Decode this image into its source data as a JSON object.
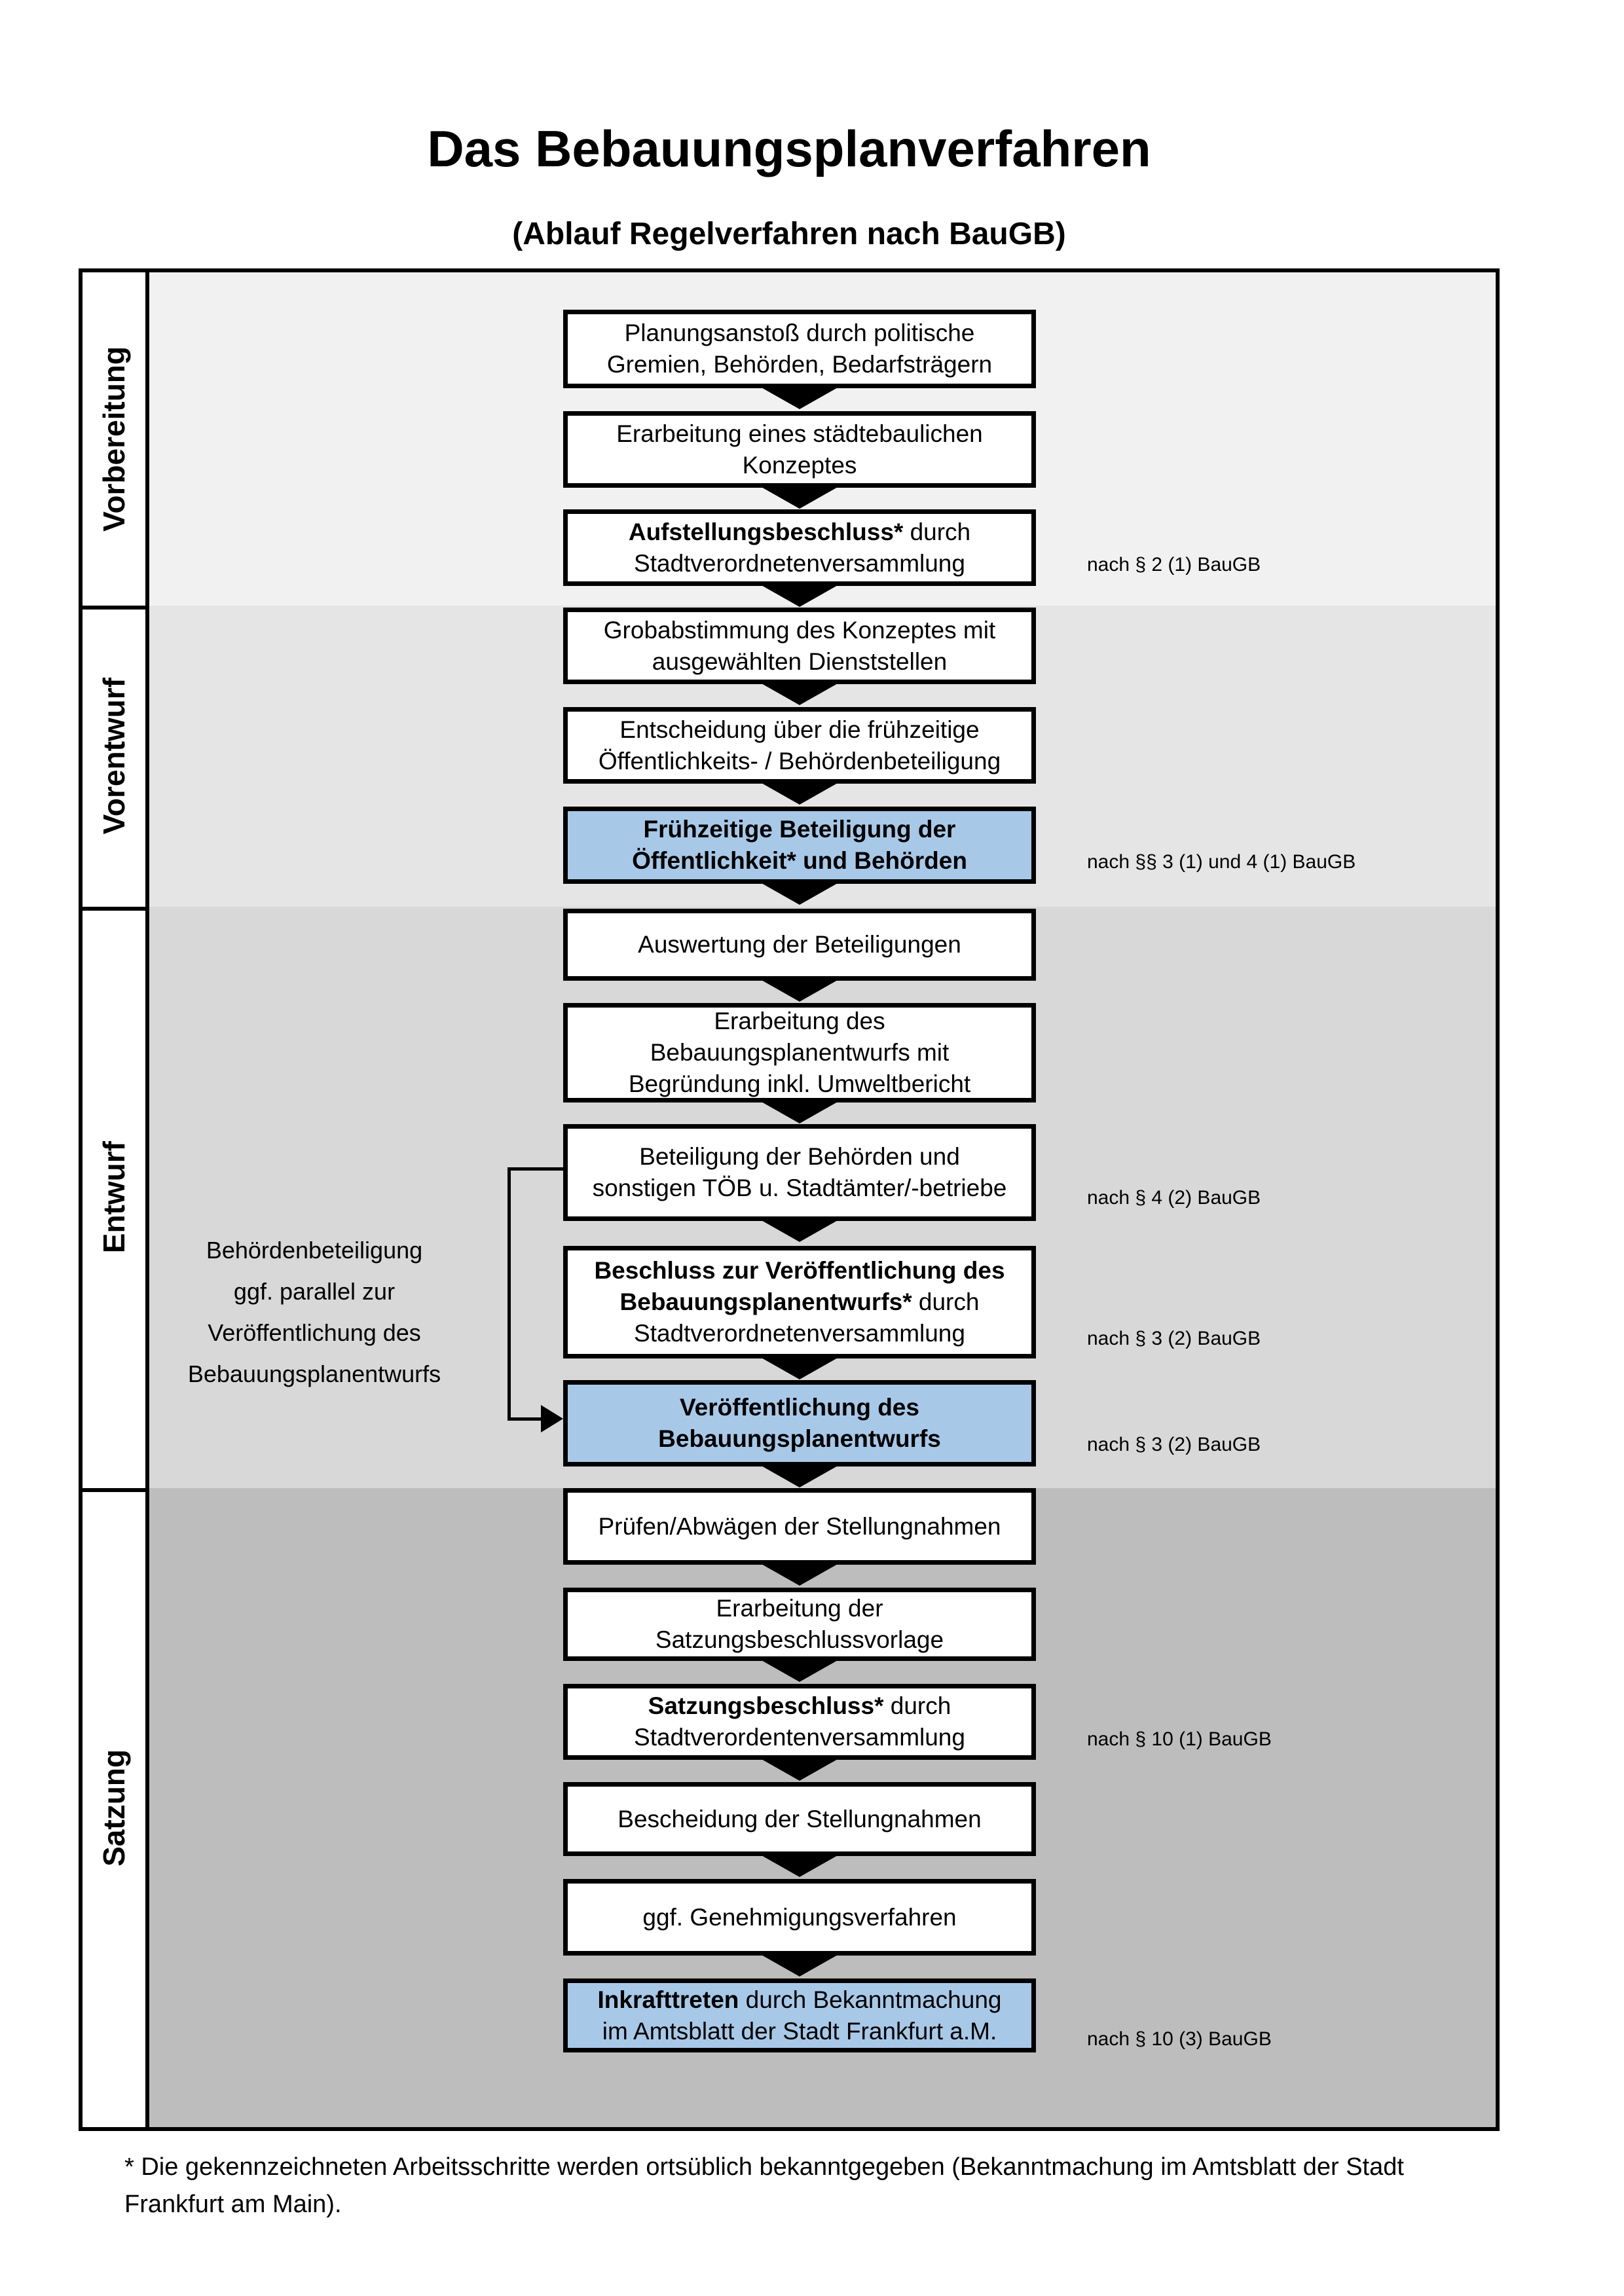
{
  "title": "Das Bebauungsplanverfahren",
  "subtitle": "(Ablauf Regelverfahren nach BauGB)",
  "colors": {
    "border": "#000000",
    "box_bg": "#ffffff",
    "highlight_bg": "#a8c8e8",
    "section_bgs": [
      "#f1f1f1",
      "#e5e5e5",
      "#d8d8d8",
      "#bdbdbd"
    ]
  },
  "sidebar": {
    "sections": [
      {
        "label": "Vorbereitung"
      },
      {
        "label": "Vorentwurf"
      },
      {
        "label": "Entwurf"
      },
      {
        "label": "Satzung"
      }
    ]
  },
  "flow": {
    "steps": [
      {
        "highlighted": false,
        "ref": null,
        "lines": [
          [
            {
              "t": "Planungsanstoß durch politische",
              "b": false
            }
          ],
          [
            {
              "t": "Gremien, Behörden, Bedarfsträgern",
              "b": false
            }
          ]
        ]
      },
      {
        "highlighted": false,
        "ref": null,
        "lines": [
          [
            {
              "t": "Erarbeitung eines städtebaulichen",
              "b": false
            }
          ],
          [
            {
              "t": "Konzeptes",
              "b": false
            }
          ]
        ]
      },
      {
        "highlighted": false,
        "ref": "nach § 2 (1) BauGB",
        "lines": [
          [
            {
              "t": "Aufstellungsbeschluss*",
              "b": true
            },
            {
              "t": " durch",
              "b": false
            }
          ],
          [
            {
              "t": "Stadtverordnetenversammlung",
              "b": false
            }
          ]
        ]
      },
      {
        "highlighted": false,
        "ref": null,
        "lines": [
          [
            {
              "t": "Grobabstimmung des Konzeptes mit",
              "b": false
            }
          ],
          [
            {
              "t": "ausgewählten Dienststellen",
              "b": false
            }
          ]
        ]
      },
      {
        "highlighted": false,
        "ref": null,
        "lines": [
          [
            {
              "t": "Entscheidung über die frühzeitige",
              "b": false
            }
          ],
          [
            {
              "t": "Öffentlichkeits- / Behördenbeteiligung",
              "b": false
            }
          ]
        ]
      },
      {
        "highlighted": true,
        "ref": "nach §§ 3 (1) und 4 (1) BauGB",
        "lines": [
          [
            {
              "t": "Frühzeitige Beteiligung der",
              "b": true
            }
          ],
          [
            {
              "t": "Öffentlichkeit* und Behörden",
              "b": true
            }
          ]
        ]
      },
      {
        "highlighted": false,
        "ref": null,
        "lines": [
          [
            {
              "t": "Auswertung der Beteiligungen",
              "b": false
            }
          ]
        ]
      },
      {
        "highlighted": false,
        "ref": null,
        "lines": [
          [
            {
              "t": "Erarbeitung des",
              "b": false
            }
          ],
          [
            {
              "t": "Bebauungsplanentwurfs mit",
              "b": false
            }
          ],
          [
            {
              "t": "Begründung inkl. Umweltbericht",
              "b": false
            }
          ]
        ]
      },
      {
        "highlighted": false,
        "ref": "nach § 4 (2) BauGB",
        "lines": [
          [
            {
              "t": "Beteiligung der Behörden und",
              "b": false
            }
          ],
          [
            {
              "t": "sonstigen TÖB u. Stadtämter/-betriebe",
              "b": false
            }
          ]
        ]
      },
      {
        "highlighted": false,
        "ref": "nach § 3 (2) BauGB",
        "lines": [
          [
            {
              "t": "Beschluss zur Veröffentlichung des",
              "b": true
            }
          ],
          [
            {
              "t": "Bebauungsplanentwurfs*",
              "b": true
            },
            {
              "t": " durch",
              "b": false
            }
          ],
          [
            {
              "t": "Stadtverordnetenversammlung",
              "b": false
            }
          ]
        ]
      },
      {
        "highlighted": true,
        "ref": "nach § 3 (2) BauGB",
        "lines": [
          [
            {
              "t": "Veröffentlichung des",
              "b": true
            }
          ],
          [
            {
              "t": "Bebauungsplanentwurfs",
              "b": true
            }
          ]
        ]
      },
      {
        "highlighted": false,
        "ref": null,
        "lines": [
          [
            {
              "t": "Prüfen/Abwägen der Stellungnahmen",
              "b": false
            }
          ]
        ]
      },
      {
        "highlighted": false,
        "ref": null,
        "lines": [
          [
            {
              "t": "Erarbeitung der",
              "b": false
            }
          ],
          [
            {
              "t": "Satzungsbeschlussvorlage",
              "b": false
            }
          ]
        ]
      },
      {
        "highlighted": false,
        "ref": "nach § 10 (1) BauGB",
        "lines": [
          [
            {
              "t": "Satzungsbeschluss*",
              "b": true
            },
            {
              "t": " durch",
              "b": false
            }
          ],
          [
            {
              "t": "Stadtverordentenversammlung",
              "b": false
            }
          ]
        ]
      },
      {
        "highlighted": false,
        "ref": null,
        "lines": [
          [
            {
              "t": "Bescheidung der Stellungnahmen",
              "b": false
            }
          ]
        ]
      },
      {
        "highlighted": false,
        "ref": null,
        "lines": [
          [
            {
              "t": "ggf. Genehmigungsverfahren",
              "b": false
            }
          ]
        ]
      },
      {
        "highlighted": true,
        "ref": "nach § 10 (3) BauGB",
        "lines": [
          [
            {
              "t": "Inkrafttreten",
              "b": true
            },
            {
              "t": " durch Bekanntmachung",
              "b": false
            }
          ],
          [
            {
              "t": "im Amtsblatt der Stadt Frankfurt a.M.",
              "b": false
            }
          ]
        ]
      }
    ]
  },
  "side_note": {
    "lines": [
      "Behördenbeteiligung",
      "ggf. parallel zur",
      "Veröffentlichung des",
      "Bebauungsplanentwurfs"
    ]
  },
  "footnote": "* Die gekennzeichneten Arbeitsschritte werden ortsüblich bekanntgegeben (Bekanntmachung im Amtsblatt  der Stadt Frankfurt am Main)."
}
